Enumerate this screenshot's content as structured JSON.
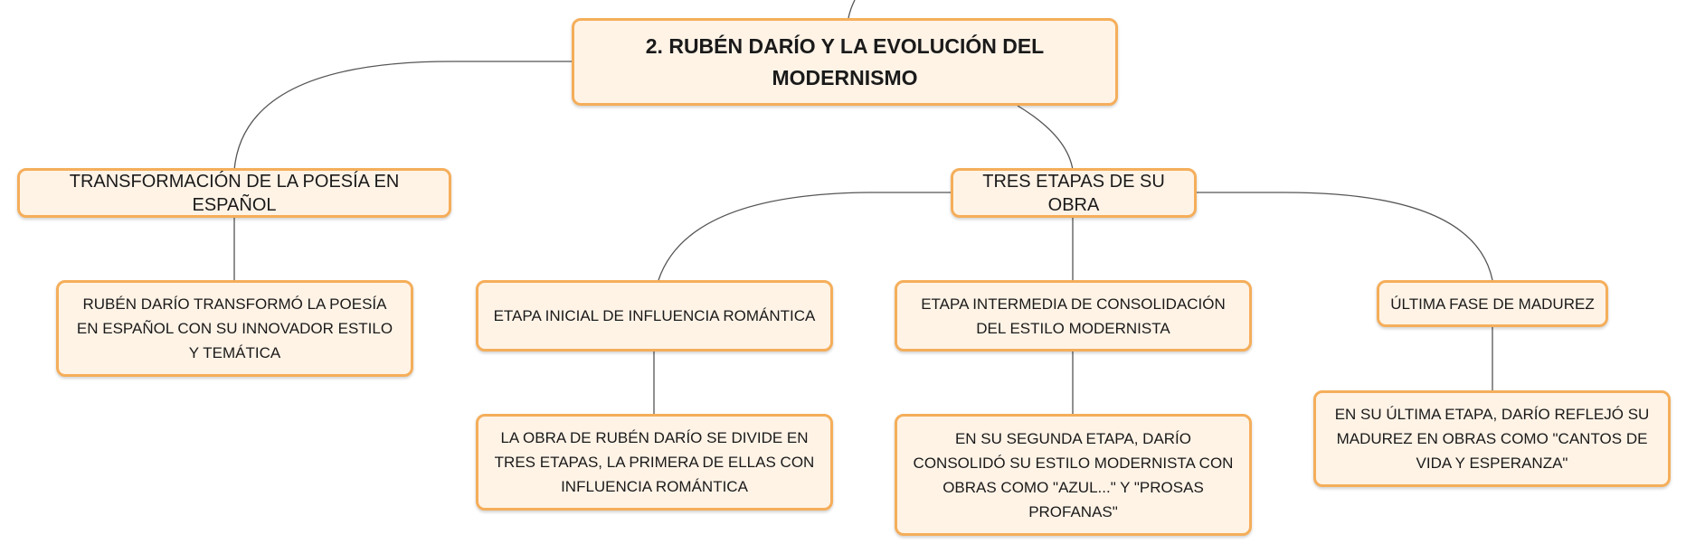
{
  "diagram": {
    "root": "2. RUBÉN DARÍO Y LA EVOLUCIÓN DEL MODERNISMO",
    "branch_left": "TRANSFORMACIÓN DE LA POESÍA EN ESPAÑOL",
    "branch_left_detail": "RUBÉN DARÍO TRANSFORMÓ LA POESÍA EN ESPAÑOL CON SU INNOVADOR ESTILO Y TEMÁTICA",
    "branch_right": "TRES ETAPAS DE SU OBRA",
    "stages": [
      {
        "title": "ETAPA INICIAL DE INFLUENCIA ROMÁNTICA",
        "detail": "LA OBRA DE RUBÉN DARÍO SE DIVIDE EN TRES ETAPAS, LA PRIMERA DE ELLAS CON INFLUENCIA ROMÁNTICA"
      },
      {
        "title": "ETAPA INTERMEDIA DE CONSOLIDACIÓN DEL ESTILO MODERNISTA",
        "detail": "EN SU SEGUNDA ETAPA, DARÍO CONSOLIDÓ SU ESTILO MODERNISTA CON OBRAS COMO \"AZUL...\" Y \"PROSAS PROFANAS\""
      },
      {
        "title": "ÚLTIMA FASE DE MADUREZ",
        "detail": "EN SU ÚLTIMA ETAPA, DARÍO REFLEJÓ SU MADUREZ EN OBRAS COMO \"CANTOS DE VIDA Y ESPERANZA\""
      }
    ]
  },
  "colors": {
    "node_fill": "#fff3e6",
    "node_border": "#f5ae5a",
    "connector": "#555555"
  }
}
